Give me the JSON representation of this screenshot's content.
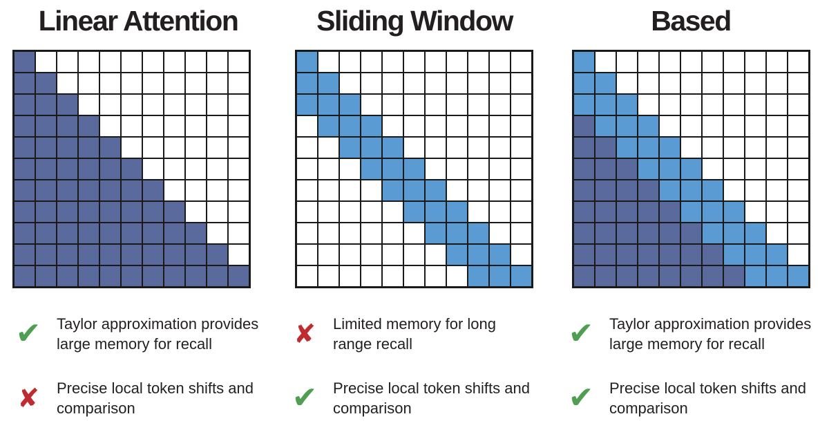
{
  "colors": {
    "dark_blue": "#5a6a9d",
    "light_blue": "#5b9bd3",
    "grid_line": "#1a1a1a",
    "cell_empty": "#ffffff",
    "check_green": "#4f9e53",
    "cross_red": "#c02b30",
    "title_text": "#231f20"
  },
  "icon_glyphs": {
    "check": "✔",
    "cross": "✘"
  },
  "panels": [
    {
      "title": "Linear Attention",
      "grid": {
        "rows": 11,
        "cols": 11,
        "legend": {
          "1": "linear-attention-cell (dark blue)",
          "2": "sliding-window-cell (light blue)",
          "0": "empty"
        },
        "cells": [
          "10000000000",
          "11000000000",
          "11100000000",
          "11110000000",
          "11111000000",
          "11111100000",
          "11111110000",
          "11111111000",
          "11111111100",
          "11111111110",
          "11111111111"
        ]
      },
      "features": [
        {
          "type": "check",
          "text": "Taylor approximation provides large memory for recall"
        },
        {
          "type": "cross",
          "text": "Precise local token shifts and comparison"
        }
      ]
    },
    {
      "title": "Sliding Window",
      "grid": {
        "rows": 11,
        "cols": 11,
        "legend": {
          "1": "linear-attention-cell (dark blue)",
          "2": "sliding-window-cell (light blue)",
          "0": "empty"
        },
        "cells": [
          "20000000000",
          "22000000000",
          "22200000000",
          "02220000000",
          "00222000000",
          "00022200000",
          "00002220000",
          "00000222000",
          "00000022200",
          "00000002220",
          "00000000222"
        ]
      },
      "features": [
        {
          "type": "cross",
          "text": "Limited memory for long range recall"
        },
        {
          "type": "check",
          "text": "Precise local token shifts and comparison"
        }
      ]
    },
    {
      "title": "Based",
      "grid": {
        "rows": 11,
        "cols": 11,
        "legend": {
          "1": "linear-attention-cell (dark blue)",
          "2": "sliding-window-cell (light blue)",
          "0": "empty"
        },
        "cells": [
          "20000000000",
          "22000000000",
          "22200000000",
          "12220000000",
          "11222000000",
          "11122200000",
          "11112220000",
          "11111222000",
          "11111122200",
          "11111112220",
          "11111111222"
        ]
      },
      "features": [
        {
          "type": "check",
          "text": "Taylor approximation provides large memory for recall"
        },
        {
          "type": "check",
          "text": "Precise local token shifts and comparison"
        }
      ]
    }
  ]
}
